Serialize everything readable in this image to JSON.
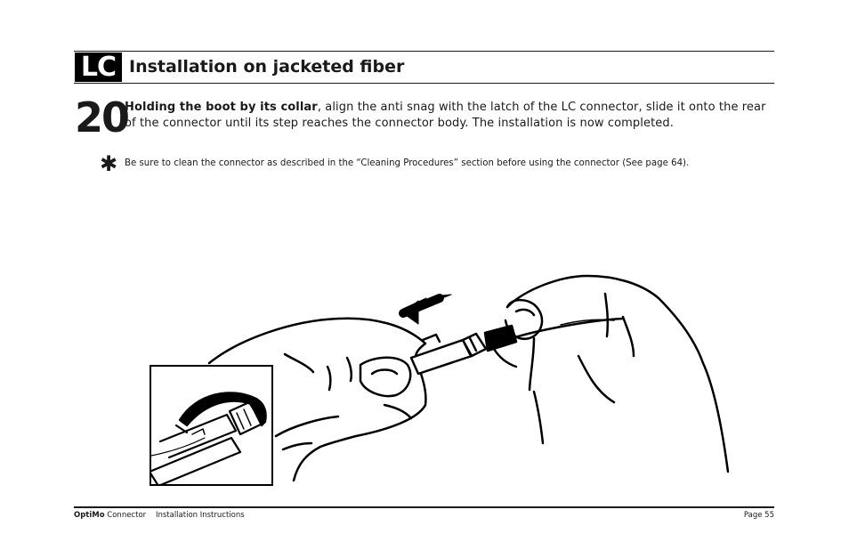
{
  "header": {
    "badge": "LC",
    "title": "Installation on jacketed fiber"
  },
  "step": {
    "number": "20",
    "bold_lead": "Holding the boot by its collar",
    "text": ", align the anti snag with the latch of the LC  connector, slide it onto the rear of the connector until its step reaches the connector body. The installation is now completed."
  },
  "note": {
    "icon": "asterisk-icon",
    "text": "Be sure to clean the connector as described in the “Cleaning Procedures” section before using the connector (See page 64)."
  },
  "footer": {
    "brand": "OptiMo",
    "product": " Connector",
    "doc": "Installation Instructions",
    "page": "Page 55"
  }
}
